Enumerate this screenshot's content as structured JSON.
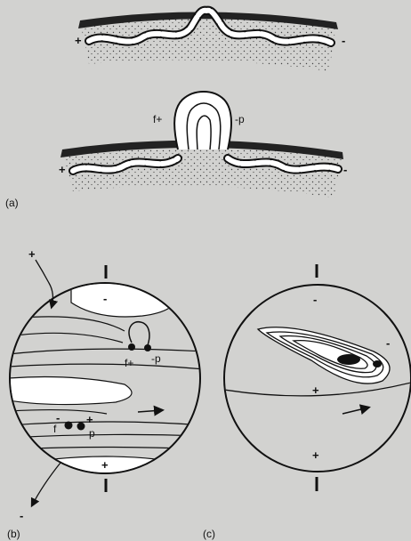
{
  "panels": {
    "a": {
      "label": "(a)",
      "top": {
        "left_sign": "+",
        "right_sign": "-"
      },
      "bottom": {
        "left_sign": "+",
        "right_sign": "-",
        "loop_left": "f+",
        "loop_right": "-p"
      }
    },
    "b": {
      "label": "(b)",
      "sign_topleft": "+",
      "sign_bottomleft": "-",
      "north_region": "-",
      "south_region": "+",
      "spot_f_plus": "f+",
      "spot_minus_p": "-p",
      "spot_f": "f",
      "spot_p": "p",
      "small_minus": "-",
      "small_plus": "+"
    },
    "c": {
      "label": "(c)",
      "north_minus": "-",
      "right_minus": "-",
      "center_plus": "+",
      "south_plus": "+"
    }
  }
}
